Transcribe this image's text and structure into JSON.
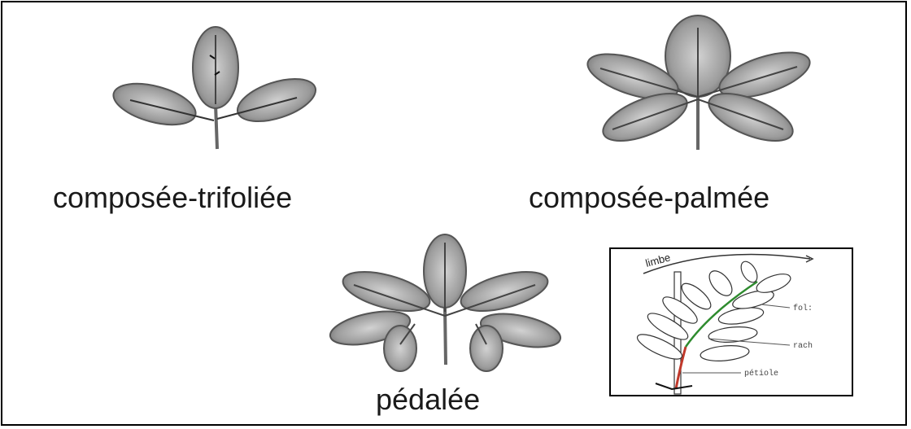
{
  "labels": {
    "trifoliee": "composée-trifoliée",
    "palmee": "composée-palmée",
    "pedalee": "pédalée"
  },
  "inset": {
    "limbe": "limbe",
    "foli": "fol:",
    "rach": "rach",
    "petiole": "pétiole"
  },
  "colors": {
    "leaf_fill": "#a8a8a8",
    "leaf_edge": "#555555",
    "rachis_green": "#2e8b2e",
    "petiole_red": "#c0392b"
  }
}
